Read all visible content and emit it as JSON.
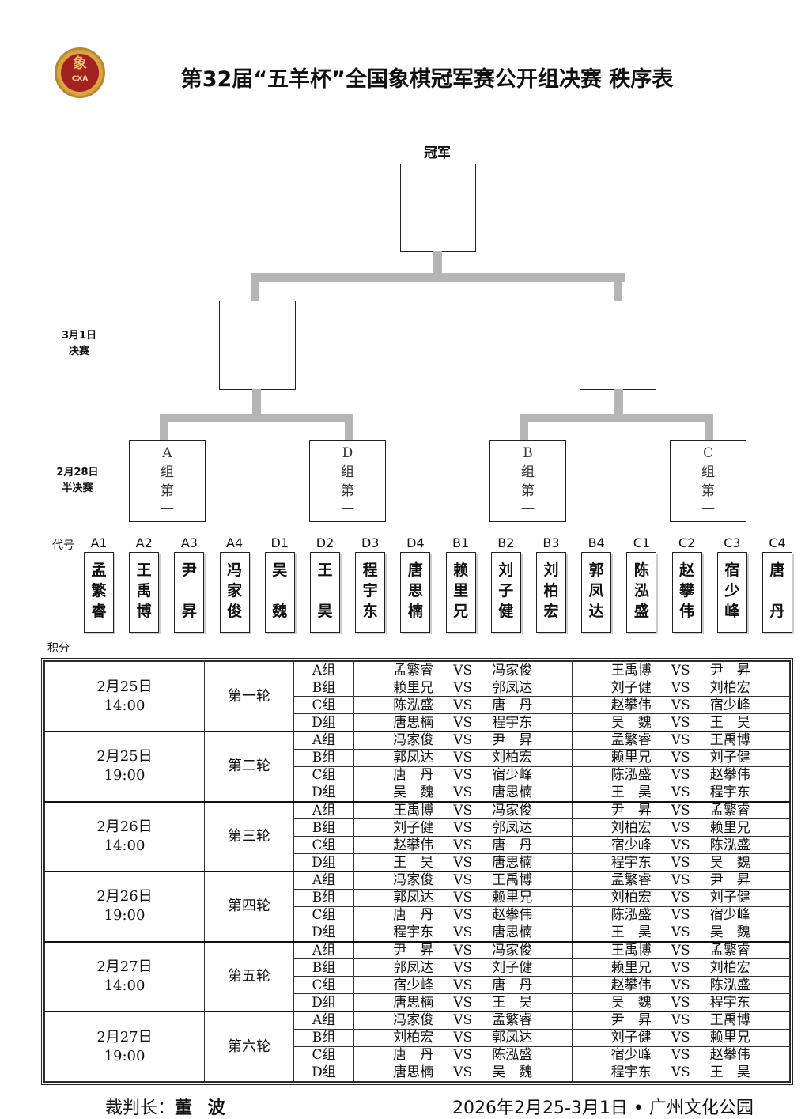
{
  "logo": {
    "char": "象",
    "text": "CXA"
  },
  "title": "第32届“五羊杯”全国象棋冠军赛公开组决赛 秩序表",
  "bracket": {
    "champion_label": "冠军",
    "final_label": [
      "3月1日",
      "决赛"
    ],
    "semi_label": [
      "2月28日",
      "半决赛"
    ],
    "semis": [
      [
        "A",
        "组",
        "第",
        "一"
      ],
      [
        "D",
        "组",
        "第",
        "一"
      ],
      [
        "B",
        "组",
        "第",
        "一"
      ],
      [
        "C",
        "组",
        "第",
        "一"
      ]
    ]
  },
  "code_label": "代号",
  "players": [
    {
      "code": "A1",
      "name": "孟繁睿"
    },
    {
      "code": "A2",
      "name": "王禹博"
    },
    {
      "code": "A3",
      "name": "尹 昇"
    },
    {
      "code": "A4",
      "name": "冯家俊"
    },
    {
      "code": "D1",
      "name": "吴 魏"
    },
    {
      "code": "D2",
      "name": "王 昊"
    },
    {
      "code": "D3",
      "name": "程宇东"
    },
    {
      "code": "D4",
      "name": "唐思楠"
    },
    {
      "code": "B1",
      "name": "赖里兄"
    },
    {
      "code": "B2",
      "name": "刘子健"
    },
    {
      "code": "B3",
      "name": "刘柏宏"
    },
    {
      "code": "B4",
      "name": "郭凤达"
    },
    {
      "code": "C1",
      "name": "陈泓盛"
    },
    {
      "code": "C2",
      "name": "赵攀伟"
    },
    {
      "code": "C3",
      "name": "宿少峰"
    },
    {
      "code": "C4",
      "name": "唐 丹"
    }
  ],
  "score_label": "积分",
  "vs": "VS",
  "rounds": [
    {
      "date": "2月25日",
      "time": "14:00",
      "round": "第一轮",
      "games": [
        {
          "group": "A组",
          "m1": [
            "孟繁睿",
            "冯家俊"
          ],
          "m2": [
            "王禹博",
            "尹　昇"
          ]
        },
        {
          "group": "B组",
          "m1": [
            "赖里兄",
            "郭凤达"
          ],
          "m2": [
            "刘子健",
            "刘柏宏"
          ]
        },
        {
          "group": "C组",
          "m1": [
            "陈泓盛",
            "唐　丹"
          ],
          "m2": [
            "赵攀伟",
            "宿少峰"
          ]
        },
        {
          "group": "D组",
          "m1": [
            "唐思楠",
            "程宇东"
          ],
          "m2": [
            "吴　魏",
            "王　昊"
          ]
        }
      ]
    },
    {
      "date": "2月25日",
      "time": "19:00",
      "round": "第二轮",
      "games": [
        {
          "group": "A组",
          "m1": [
            "冯家俊",
            "尹　昇"
          ],
          "m2": [
            "孟繁睿",
            "王禹博"
          ]
        },
        {
          "group": "B组",
          "m1": [
            "郭凤达",
            "刘柏宏"
          ],
          "m2": [
            "赖里兄",
            "刘子健"
          ]
        },
        {
          "group": "C组",
          "m1": [
            "唐　丹",
            "宿少峰"
          ],
          "m2": [
            "陈泓盛",
            "赵攀伟"
          ]
        },
        {
          "group": "D组",
          "m1": [
            "吴　魏",
            "唐思楠"
          ],
          "m2": [
            "王　昊",
            "程宇东"
          ]
        }
      ]
    },
    {
      "date": "2月26日",
      "time": "14:00",
      "round": "第三轮",
      "games": [
        {
          "group": "A组",
          "m1": [
            "王禹博",
            "冯家俊"
          ],
          "m2": [
            "尹　昇",
            "孟繁睿"
          ]
        },
        {
          "group": "B组",
          "m1": [
            "刘子健",
            "郭凤达"
          ],
          "m2": [
            "刘柏宏",
            "赖里兄"
          ]
        },
        {
          "group": "C组",
          "m1": [
            "赵攀伟",
            "唐　丹"
          ],
          "m2": [
            "宿少峰",
            "陈泓盛"
          ]
        },
        {
          "group": "D组",
          "m1": [
            "王　昊",
            "唐思楠"
          ],
          "m2": [
            "程宇东",
            "吴　魏"
          ]
        }
      ]
    },
    {
      "date": "2月26日",
      "time": "19:00",
      "round": "第四轮",
      "games": [
        {
          "group": "A组",
          "m1": [
            "冯家俊",
            "王禹博"
          ],
          "m2": [
            "孟繁睿",
            "尹　昇"
          ]
        },
        {
          "group": "B组",
          "m1": [
            "郭凤达",
            "赖里兄"
          ],
          "m2": [
            "刘柏宏",
            "刘子健"
          ]
        },
        {
          "group": "C组",
          "m1": [
            "唐　丹",
            "赵攀伟"
          ],
          "m2": [
            "陈泓盛",
            "宿少峰"
          ]
        },
        {
          "group": "D组",
          "m1": [
            "程宇东",
            "唐思楠"
          ],
          "m2": [
            "王　昊",
            "吴　魏"
          ]
        }
      ]
    },
    {
      "date": "2月27日",
      "time": "14:00",
      "round": "第五轮",
      "games": [
        {
          "group": "A组",
          "m1": [
            "尹　昇",
            "冯家俊"
          ],
          "m2": [
            "王禹博",
            "孟繁睿"
          ]
        },
        {
          "group": "B组",
          "m1": [
            "郭凤达",
            "刘子健"
          ],
          "m2": [
            "赖里兄",
            "刘柏宏"
          ]
        },
        {
          "group": "C组",
          "m1": [
            "宿少峰",
            "唐　丹"
          ],
          "m2": [
            "赵攀伟",
            "陈泓盛"
          ]
        },
        {
          "group": "D组",
          "m1": [
            "唐思楠",
            "王　昊"
          ],
          "m2": [
            "吴　魏",
            "程宇东"
          ]
        }
      ]
    },
    {
      "date": "2月27日",
      "time": "19:00",
      "round": "第六轮",
      "games": [
        {
          "group": "A组",
          "m1": [
            "冯家俊",
            "孟繁睿"
          ],
          "m2": [
            "尹　昇",
            "王禹博"
          ]
        },
        {
          "group": "B组",
          "m1": [
            "刘柏宏",
            "郭凤达"
          ],
          "m2": [
            "刘子健",
            "赖里兄"
          ]
        },
        {
          "group": "C组",
          "m1": [
            "唐　丹",
            "陈泓盛"
          ],
          "m2": [
            "宿少峰",
            "赵攀伟"
          ]
        },
        {
          "group": "D组",
          "m1": [
            "唐思楠",
            "吴　魏"
          ],
          "m2": [
            "程宇东",
            "王　昊"
          ]
        }
      ]
    }
  ],
  "footer": {
    "referee_label": "裁判长：",
    "referee": "董 波",
    "dates_venue": "2026年2月25-3月1日 • 广州文化公园"
  }
}
